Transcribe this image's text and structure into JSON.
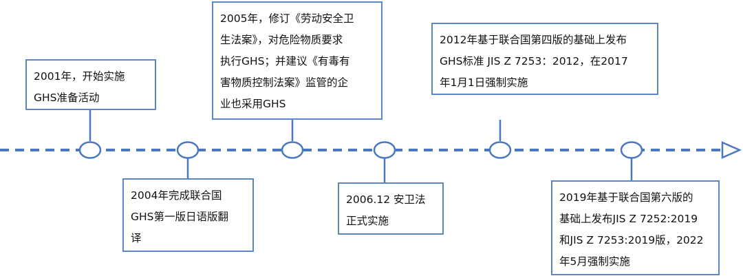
{
  "colors": {
    "line": "#4a78c0",
    "box_border": "#5b86c2",
    "node_fill": "#ffffff",
    "text": "#111111"
  },
  "events": [
    {
      "text": "2001年，开始实施\nGHS准备活动"
    },
    {
      "text": "2004年完成联合国\nGHS第一版日语版翻\n译"
    },
    {
      "text": "2005年，修订《劳动安全卫\n生法案》，对危险物质要求\n执行GHS；并建议《有毒有\n害物质控制法案》监管的企\n业也采用GHS"
    },
    {
      "text": "2006.12 安卫法\n正式实施"
    },
    {
      "text": "2012年基于联合国第四版的基础上发布\nGHS标准 JIS Z 7253：2012，在2017\n年1月1日强制实施"
    },
    {
      "text": "2019年基于联合国第六版的\n基础上发布JIS Z 7252:2019\n和JIS Z 7253:2019版，2022\n年5月强制实施"
    }
  ]
}
